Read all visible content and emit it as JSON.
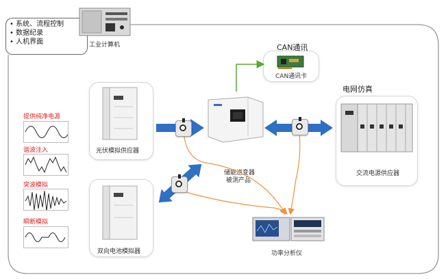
{
  "ipc": {
    "features": [
      "系统、流程控制",
      "数据纪录",
      "人机界面"
    ],
    "label": "工业计算机"
  },
  "can": {
    "title": "CAN通讯",
    "card_label": "CAN通讯卡"
  },
  "grid": {
    "title": "电网仿真",
    "device_label": "交流电源供应器"
  },
  "pv": {
    "label": "光伏模拟供应器"
  },
  "battery": {
    "label": "双向电池模拟器"
  },
  "inverter": {
    "label_line1": "储能逆变器",
    "label_line2": "被测产品"
  },
  "analyzer": {
    "label": "功率分析仪"
  },
  "waveforms": [
    {
      "label": "提供纯净电源"
    },
    {
      "label": "谐波注入"
    },
    {
      "label": "突波模拟"
    },
    {
      "label": "瞬断模拟"
    }
  ],
  "colors": {
    "blue_arrow": "#2f6fc4",
    "green_arrow": "#5aa83a",
    "orange_line": "#f0913a",
    "red_text": "#e52020"
  }
}
